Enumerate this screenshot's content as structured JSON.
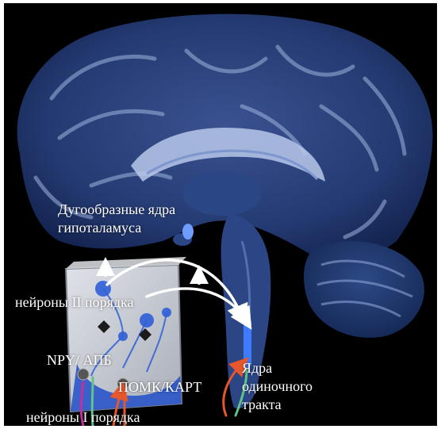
{
  "labels": {
    "arcuate_line1": "Дугообразные ядра",
    "arcuate_line2": "гипоталамуса",
    "second_order": "нейроны II порядка",
    "npy_agrp": "NPY/ АПБ",
    "pomc_cart": "ПОМК/КАРТ",
    "first_order": "нейроны I порядка",
    "nts_line1": "Ядра",
    "nts_line2": "одиночного",
    "nts_line3": "тракта"
  },
  "colors": {
    "background": "#000000",
    "brain": "#1e2f5e",
    "gyri_highlight": "#9fb4de",
    "inset_panel": "#c9ccd3",
    "nucleus_blue": "#2f5fd8",
    "arrow_white": "#ffffff",
    "arrow_orange": "#e8572c",
    "arrow_magenta": "#c2309f",
    "arrow_green": "#5fc48a"
  }
}
